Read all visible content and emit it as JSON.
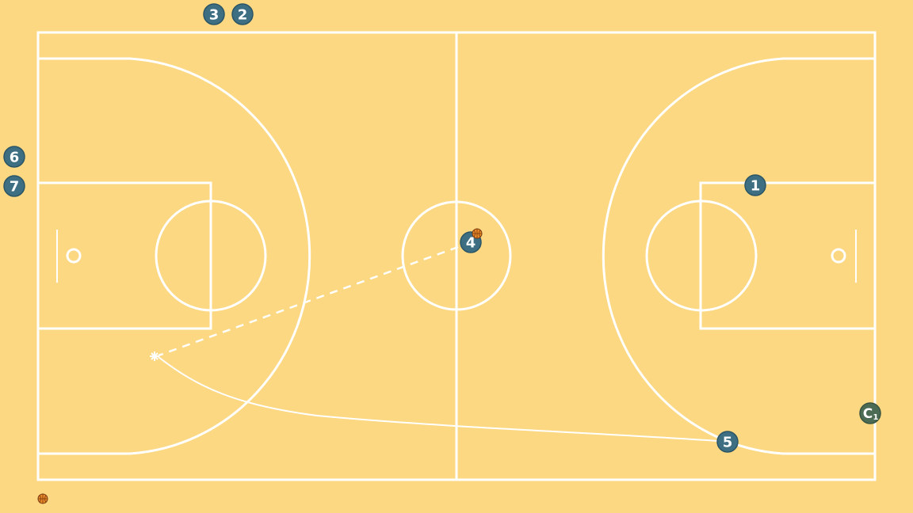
{
  "colors": {
    "court_background": "#fbd881",
    "court_lines": "#ffffff",
    "player_fill": "#3d6e82",
    "coach_fill": "#4c6b55",
    "ball_fill": "#e8892a",
    "ball_seams": "#7a3a10"
  },
  "players": [
    {
      "id": "3",
      "label": "3",
      "role": "player"
    },
    {
      "id": "2",
      "label": "2",
      "role": "player"
    },
    {
      "id": "6",
      "label": "6",
      "role": "player"
    },
    {
      "id": "7",
      "label": "7",
      "role": "player"
    },
    {
      "id": "1",
      "label": "1",
      "role": "player"
    },
    {
      "id": "4",
      "label": "4",
      "role": "player",
      "has_ball": true
    },
    {
      "id": "5",
      "label": "5",
      "role": "player"
    }
  ],
  "coach": {
    "label": "C",
    "sub": "1"
  },
  "actions": [
    {
      "type": "pass",
      "from": "4",
      "style": "dashed"
    },
    {
      "type": "cut",
      "from": "5",
      "style": "solid-curve"
    }
  ],
  "icons": {
    "ball": "basketball-icon",
    "spare_ball": "basketball-icon"
  }
}
